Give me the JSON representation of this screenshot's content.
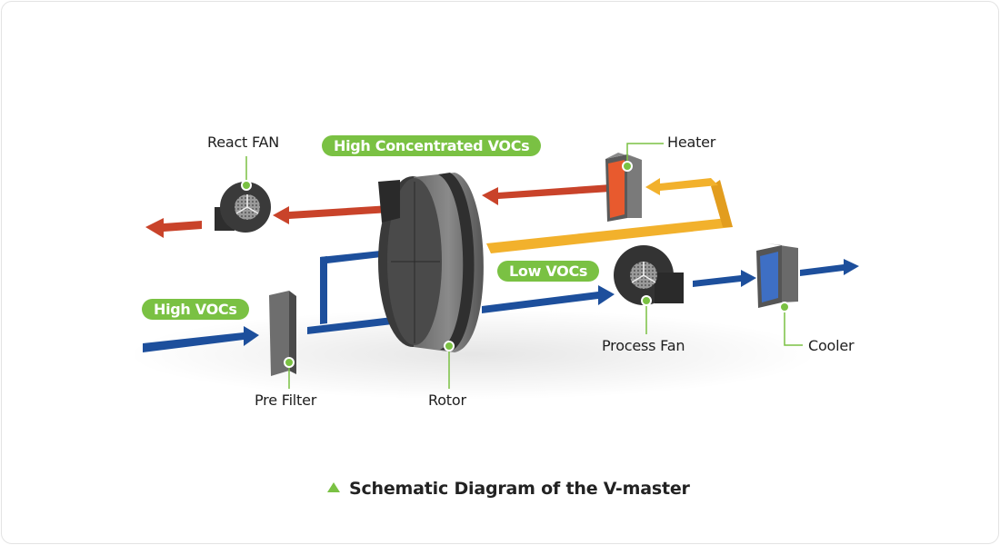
{
  "diagram": {
    "caption": "Schematic Diagram of the V-master",
    "caption_icon": "triangle-up-icon",
    "flow_labels": {
      "high_concentrated_vocs": "High Concentrated VOCs",
      "low_vocs": "Low VOCs",
      "high_vocs": "High VOCs"
    },
    "components": {
      "react_fan": "React FAN",
      "heater": "Heater",
      "pre_filter": "Pre Filter",
      "rotor": "Rotor",
      "process_fan": "Process Fan",
      "cooler": "Cooler"
    },
    "colors": {
      "accent_green": "#7ac143",
      "process_air_blue": "#1d4f9c",
      "hot_air_red": "#d2462a",
      "regeneration_yellow": "#f2b12c",
      "equipment_gray": "#4a4a4a"
    }
  }
}
